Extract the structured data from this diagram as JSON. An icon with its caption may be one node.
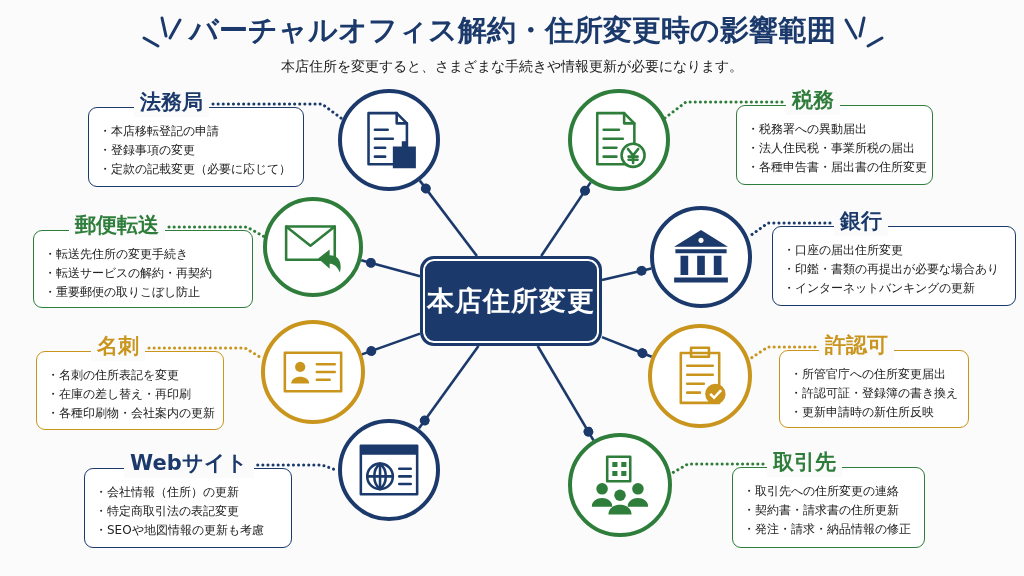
{
  "diagram": {
    "title": "バーチャルオフィス解約・住所変更時の影響範囲",
    "labels": [
      "本店住所を変更すると、さまざまな手続きや情報更新が必要になります。"
    ],
    "nodes": [
      {
        "text": [
          "本店住所変更"
        ]
      },
      {
        "text": [],
        "shape": "circle"
      },
      {
        "text": [],
        "shape": "circle"
      },
      {
        "text": [],
        "shape": "circle"
      },
      {
        "text": [],
        "shape": "circle"
      },
      {
        "text": [],
        "shape": "circle"
      },
      {
        "text": [],
        "shape": "circle"
      },
      {
        "text": [],
        "shape": "circle"
      },
      {
        "text": [],
        "shape": "circle"
      },
      {
        "text": [
          "法務局",
          "・本店移転登記の申請",
          "・登録事項の変更",
          "・定款の記載変更（必要に応じて）"
        ]
      },
      {
        "text": [
          "税務",
          "・税務署への異動届出",
          "・法人住民税・事業所税の届出",
          "・各種申告書・届出書の住所変更"
        ]
      },
      {
        "text": [
          "郵便転送",
          "・転送先住所の変更手続き",
          "・転送サービスの解約・再契約",
          "・重要郵便の取りこぼし防止"
        ]
      },
      {
        "text": [
          "銀行",
          "・口座の届出住所変更",
          "・印鑑・書類の再提出が必要な場合あり",
          "・インターネットバンキングの更新"
        ]
      },
      {
        "text": [
          "名刺",
          "・名刺の住所表記を変更",
          "・在庫の差し替え・再印刷",
          "・各種印刷物・会社案内の更新"
        ]
      },
      {
        "text": [
          "許認可",
          "・所管官庁への住所変更届出",
          "・許認可証・登録簿の書き換え",
          "・更新申請時の新住所反映"
        ]
      },
      {
        "text": [
          "Webサイト",
          "・会社情報（住所）の更新",
          "・特定商取引法の表記変更",
          "・SEOや地図情報の更新も考慮"
        ]
      },
      {
        "text": [
          "取引先",
          "・取引先への住所変更の連絡",
          "・契約書・請求書の住所更新",
          "・発注・請求・納品情報の修正"
        ]
      }
    ],
    "edges": [
      {
        "from": 0,
        "to": 1,
        "arrow": "other"
      },
      {
        "from": 0,
        "to": 2,
        "arrow": "other"
      },
      {
        "from": 0,
        "to": 3,
        "arrow": "other"
      },
      {
        "from": 0,
        "to": 4,
        "arrow": "other"
      },
      {
        "from": 0,
        "to": 5,
        "arrow": "other"
      },
      {
        "from": 0,
        "to": 6,
        "arrow": "other"
      },
      {
        "from": 0,
        "to": 7,
        "arrow": "other"
      },
      {
        "from": 0,
        "to": 8,
        "arrow": "other"
      },
      {
        "from": 9,
        "to": 1,
        "arrow": "none",
        "style": "dashed"
      },
      {
        "from": 10,
        "to": 2,
        "arrow": "none",
        "style": "dashed",
        "color": "#2e7d3a"
      },
      {
        "from": 11,
        "to": 3,
        "arrow": "none",
        "style": "dashed",
        "color": "#2e7d3a"
      },
      {
        "from": 12,
        "to": 4,
        "arrow": "none",
        "style": "dashed"
      },
      {
        "from": 13,
        "to": 5,
        "arrow": "none",
        "style": "dashed",
        "color": "#c9951c"
      },
      {
        "from": 14,
        "to": 6,
        "arrow": "none",
        "style": "dashed",
        "color": "#c9951c"
      },
      {
        "from": 15,
        "to": 7,
        "arrow": "none",
        "style": "dashed"
      },
      {
        "from": 16,
        "to": 8,
        "arrow": "none",
        "style": "dashed",
        "color": "#2e7d3a"
      }
    ]
  }
}
